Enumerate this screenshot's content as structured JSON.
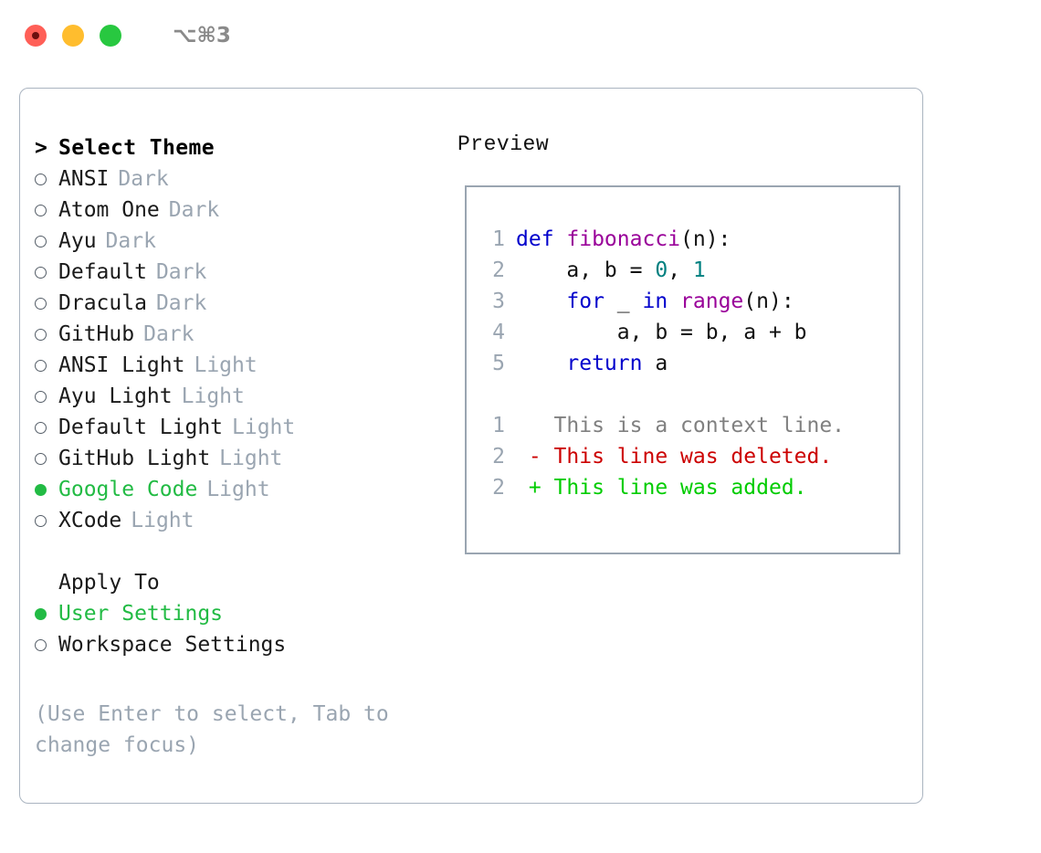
{
  "window": {
    "shortcut_label": "⌥⌘3",
    "traffic_lights": [
      {
        "name": "close",
        "color": "#ff5f57"
      },
      {
        "name": "minimize",
        "color": "#ffbd2e"
      },
      {
        "name": "maximize",
        "color": "#28c840"
      }
    ]
  },
  "theme_selector": {
    "prompt_marker": ">",
    "heading": "Select Theme",
    "selected_marker": "●",
    "unselected_marker": "○",
    "selected_color": "#22bb44",
    "kind_color": "#9aa5b1",
    "items": [
      {
        "name": "ANSI",
        "kind": "Dark",
        "selected": false
      },
      {
        "name": "Atom One",
        "kind": "Dark",
        "selected": false
      },
      {
        "name": "Ayu",
        "kind": "Dark",
        "selected": false
      },
      {
        "name": "Default",
        "kind": "Dark",
        "selected": false
      },
      {
        "name": "Dracula",
        "kind": "Dark",
        "selected": false
      },
      {
        "name": "GitHub",
        "kind": "Dark",
        "selected": false
      },
      {
        "name": "ANSI Light",
        "kind": "Light",
        "selected": false
      },
      {
        "name": "Ayu Light",
        "kind": "Light",
        "selected": false
      },
      {
        "name": "Default Light",
        "kind": "Light",
        "selected": false
      },
      {
        "name": "GitHub Light",
        "kind": "Light",
        "selected": false
      },
      {
        "name": "Google Code",
        "kind": "Light",
        "selected": true
      },
      {
        "name": "XCode",
        "kind": "Light",
        "selected": false
      }
    ]
  },
  "apply_to": {
    "heading": "Apply To",
    "items": [
      {
        "name": "User Settings",
        "selected": true
      },
      {
        "name": "Workspace Settings",
        "selected": false
      }
    ]
  },
  "hint": "(Use Enter to select, Tab to change focus)",
  "preview": {
    "title": "Preview",
    "code_lines": [
      {
        "lineno": "1",
        "tokens": [
          {
            "t": "def ",
            "c": "kw"
          },
          {
            "t": "fibonacci",
            "c": "fn"
          },
          {
            "t": "(n):",
            "c": "pln"
          }
        ]
      },
      {
        "lineno": "2",
        "tokens": [
          {
            "t": "    a, b = ",
            "c": "pln"
          },
          {
            "t": "0",
            "c": "num"
          },
          {
            "t": ", ",
            "c": "pln"
          },
          {
            "t": "1",
            "c": "num"
          }
        ]
      },
      {
        "lineno": "3",
        "tokens": [
          {
            "t": "    ",
            "c": "pln"
          },
          {
            "t": "for",
            "c": "kw"
          },
          {
            "t": " _ ",
            "c": "pln"
          },
          {
            "t": "in",
            "c": "kw"
          },
          {
            "t": " ",
            "c": "pln"
          },
          {
            "t": "range",
            "c": "fn"
          },
          {
            "t": "(n):",
            "c": "pln"
          }
        ]
      },
      {
        "lineno": "4",
        "tokens": [
          {
            "t": "        a, b = b, a + b",
            "c": "pln"
          }
        ]
      },
      {
        "lineno": "5",
        "tokens": [
          {
            "t": "    ",
            "c": "pln"
          },
          {
            "t": "return",
            "c": "kw"
          },
          {
            "t": " a",
            "c": "pln"
          }
        ]
      }
    ],
    "diff_lines": [
      {
        "lineno": "1",
        "text": "   This is a context line.",
        "c": "ctx"
      },
      {
        "lineno": "2",
        "text": " - This line was deleted.",
        "c": "del"
      },
      {
        "lineno": "2",
        "text": " + This line was added.",
        "c": "add"
      }
    ],
    "syntax_colors": {
      "keyword": "#0000cc",
      "function": "#990099",
      "number": "#008080",
      "plain": "#111111",
      "lineno": "#9aa5b1",
      "context": "#808080",
      "deleted": "#cc0000",
      "added": "#00cc00"
    }
  }
}
